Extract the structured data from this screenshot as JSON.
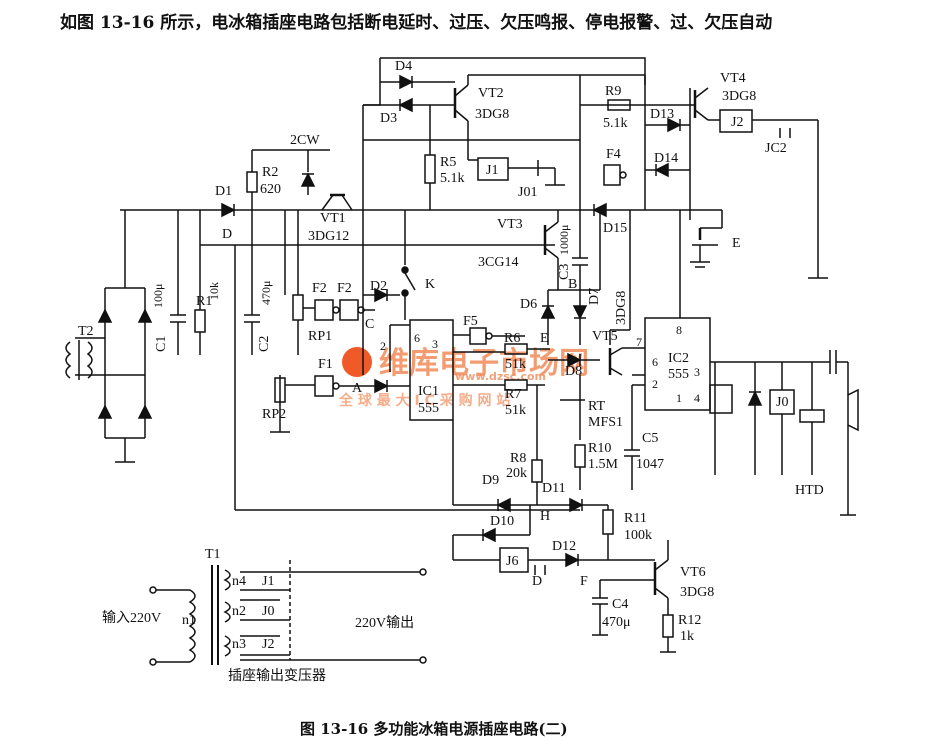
{
  "description": "如图 13-16 所示，电冰箱插座电路包括断电延时、过压、欠压鸣报、停电报警、过、欠压自动",
  "caption": "图 13-16   多功能冰箱电源插座电路(二)",
  "watermark": {
    "brand": "维库电子市场网",
    "url": "www.dzsc.com",
    "slogan": "全 球 最 大 I C 采 购 网 站"
  },
  "labels": {
    "D4": "D4",
    "D3": "D3",
    "VT2": "VT2",
    "VT2_type": "3DG8",
    "VT4": "VT4",
    "VT4_type": "3DG8",
    "R9": "R9",
    "R9_val": "5.1k",
    "D13": "D13",
    "D14": "D14",
    "J2": "J2",
    "JC2": "JC2",
    "CW2": "2CW",
    "R2": "R2",
    "R2_val": "620",
    "R5": "R5",
    "R5_val": "5.1k",
    "J1": "J1",
    "J01": "J01",
    "F4": "F4",
    "D1": "D1",
    "VT1": "VT1",
    "VT1_type": "3DG12",
    "D": "D",
    "VT3": "VT3",
    "VT3_type": "3CG14",
    "C3": "C3",
    "C3_val": "1000μ",
    "D15": "D15",
    "E_batt": "E",
    "T2": "T2",
    "C1_val": "100μ",
    "C1": "C1",
    "R1": "R1",
    "R1_val": "10k",
    "C2_val": "470μ",
    "C2": "C2",
    "F2a": "F2",
    "F2b": "F2",
    "D2": "D2",
    "K": "K",
    "B": "B",
    "D6": "D6",
    "D7": "D7",
    "VT5_type": "3DG8",
    "RP1": "RP1",
    "Cnode": "C",
    "F5": "F5",
    "R6": "R6",
    "Enode": "E",
    "VT5": "VT5",
    "IC2": "IC2",
    "IC2_type": "555",
    "F1": "F1",
    "Anode": "A",
    "IC1": "IC1",
    "IC1_type": "555",
    "R7": "R7",
    "R7_val": "51k",
    "R6_val": "51k",
    "D8": "D8",
    "RT": "RT",
    "RT_type": "MFS1",
    "RP2": "RP2",
    "R10": "R10",
    "R10_val": "1.5M",
    "C5": "C5",
    "C5_val": "1047",
    "J0": "J0",
    "HTD": "HTD",
    "R8": "R8",
    "R8_val": "20k",
    "D9": "D9",
    "D11": "D11",
    "D10": "D10",
    "Hnode": "H",
    "R11": "R11",
    "R11_val": "100k",
    "D12": "D12",
    "J6": "J6",
    "Dnode": "D",
    "Fnode": "F",
    "VT6": "VT6",
    "VT6_type": "3DG8",
    "C4": "C4",
    "C4_val": "470μ",
    "R12": "R12",
    "R12_val": "1k",
    "T1": "T1",
    "n4": "n4",
    "n2": "n2",
    "n3": "n3",
    "n1": "n1",
    "J1t": "J1",
    "J0t": "J0",
    "J2t": "J2",
    "input": "输入220V",
    "output": "220V输出",
    "xfmr": "插座输出变压器",
    "pin6": "6",
    "pin2a": "2",
    "pin3a": "3",
    "pin7": "7",
    "pin8": "8",
    "pin6b": "6",
    "pin2b": "2",
    "pin3b": "3",
    "pin4": "4",
    "pin1": "1"
  }
}
